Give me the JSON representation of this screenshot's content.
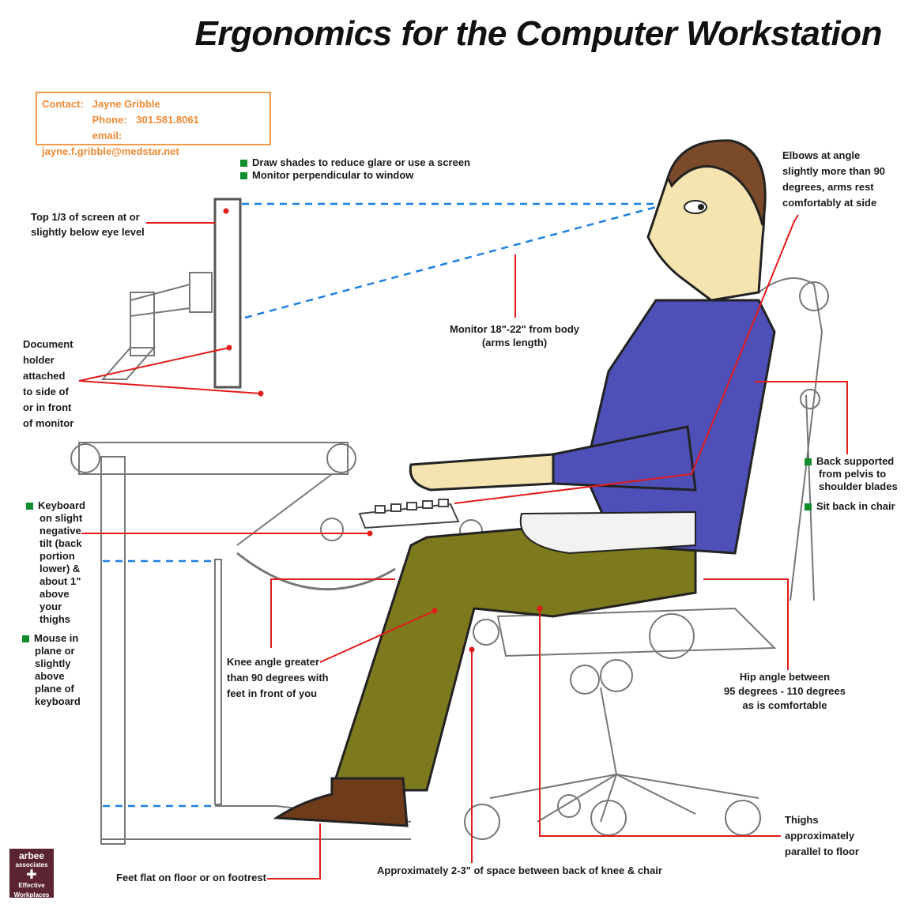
{
  "title": "Ergonomics for the Computer Workstation",
  "contact": {
    "contact_label": "Contact:",
    "name": "Jayne Gribble",
    "phone_label": "Phone:",
    "phone": "301.581.8061",
    "email_label": "email:",
    "email": "jayne.f.gribble@medstar.net"
  },
  "labels": {
    "window_1": "Draw shades to reduce glare or use a screen",
    "window_2": "Monitor perpendicular to window",
    "screen_top": [
      "Top 1/3 of screen at or",
      "slightly below eye level"
    ],
    "elbows": [
      "Elbows at angle",
      "slightly more than 90",
      "degrees, arms rest",
      "comfortably at side"
    ],
    "monitor_distance": [
      "Monitor 18\"-22\" from body",
      "(arms length)"
    ],
    "document_holder": [
      "Document",
      "holder",
      "attached",
      "to side of",
      "or in front",
      "of monitor"
    ],
    "back_1": [
      "Back supported",
      "from pelvis to",
      "shoulder blades"
    ],
    "back_2": "Sit back in chair",
    "keyboard": [
      "Keyboard",
      "on slight",
      "negative",
      "tilt (back",
      "portion",
      "lower) &",
      "about 1\"",
      "above",
      "your",
      "thighs"
    ],
    "mouse": [
      "Mouse in",
      "plane or",
      "slightly",
      "above",
      "plane of",
      "keyboard"
    ],
    "knee": [
      "Knee angle greater",
      "than 90 degrees with",
      "feet in front of you"
    ],
    "hip": [
      "Hip angle between",
      "95 degrees - 110 degrees",
      "as is comfortable"
    ],
    "thighs": [
      "Thighs",
      "approximately",
      "parallel to floor"
    ],
    "feet": "Feet flat on floor or on footrest",
    "knee_space": "Approximately 2-3\" of space between back of knee & chair"
  },
  "logo": {
    "line1": "arbee",
    "line2": "associates",
    "line3": "Effective",
    "line4": "Workplaces"
  },
  "colors": {
    "callout_red": "#e21b1b",
    "sightline_blue": "#1f7fe0",
    "bullet_green": "#118d2e",
    "contact_orange": "#f08a35",
    "shirt_blue": "#4f4fb8",
    "pants_olive": "#7d7a1e",
    "skin": "#f3e4b0",
    "hair": "#7a4a2b"
  }
}
